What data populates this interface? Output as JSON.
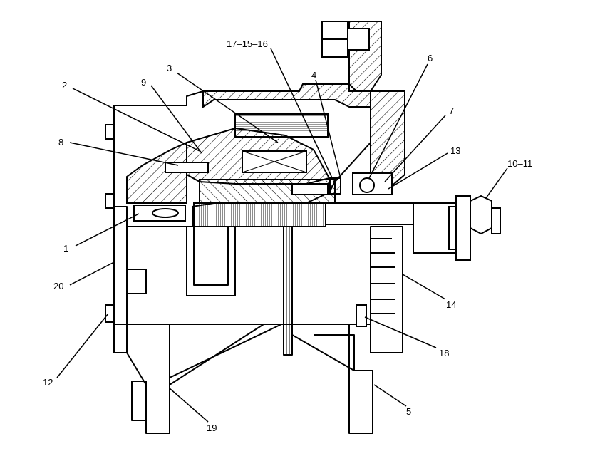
{
  "callouts": [
    {
      "id": "c-17-15-16",
      "label": "17–15–16"
    },
    {
      "id": "c-3",
      "label": "3"
    },
    {
      "id": "c-4",
      "label": "4"
    },
    {
      "id": "c-6",
      "label": "6"
    },
    {
      "id": "c-2",
      "label": "2"
    },
    {
      "id": "c-9",
      "label": "9"
    },
    {
      "id": "c-7",
      "label": "7"
    },
    {
      "id": "c-8",
      "label": "8"
    },
    {
      "id": "c-13",
      "label": "13"
    },
    {
      "id": "c-10-11",
      "label": "10–11"
    },
    {
      "id": "c-1",
      "label": "1"
    },
    {
      "id": "c-20",
      "label": "20"
    },
    {
      "id": "c-14",
      "label": "14"
    },
    {
      "id": "c-18",
      "label": "18"
    },
    {
      "id": "c-12",
      "label": "12"
    },
    {
      "id": "c-19",
      "label": "19"
    },
    {
      "id": "c-5",
      "label": "5"
    }
  ],
  "colors": {
    "line": "#000000",
    "fill": "#ffffff"
  }
}
